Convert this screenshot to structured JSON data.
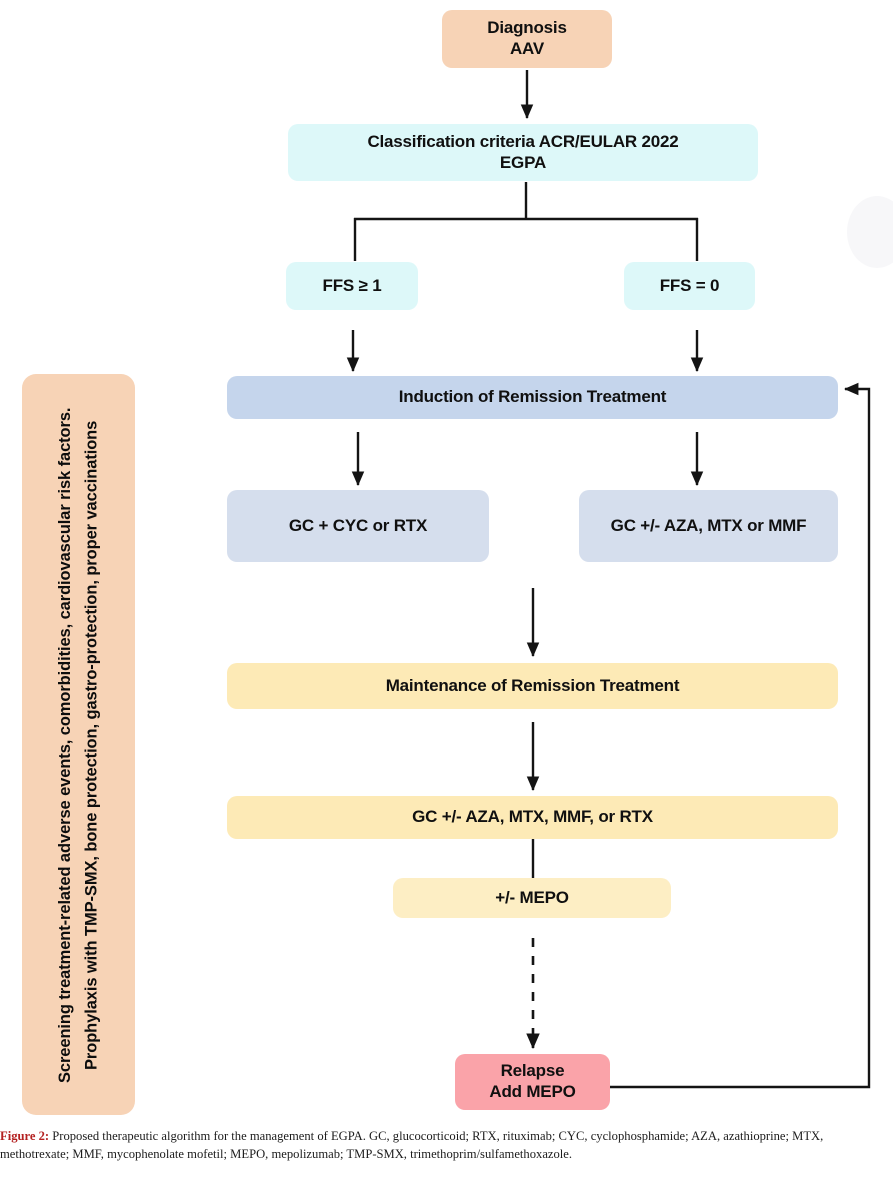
{
  "figure": {
    "caption_label": "Figure 2:",
    "caption_text": " Proposed therapeutic algorithm for the management of EGPA. GC, glucocorticoid; RTX, rituximab; CYC, cyclophosphamide; AZA, azathioprine; MTX, methotrexate; MMF, mycophenolate mofetil; MEPO, mepolizumab; TMP-SMX, trimethoprim/sulfamethoxazole."
  },
  "sidebar": {
    "note": "Screening treatment-related adverse events, comorbidities, cardiovascular risk factors. Prophylaxis with TMP-SMX, bone protection, gastro-protection, proper vaccinations"
  },
  "nodes": {
    "diagnosis": "Diagnosis\nAAV",
    "classification": "Classification criteria ACR/EULAR 2022\nEGPA",
    "ffs_high": "FFS ≥ 1",
    "ffs_zero": "FFS = 0",
    "induction": "Induction of Remission Treatment",
    "induction_left": "GC + CYC or RTX",
    "induction_right": "GC +/- AZA, MTX or MMF",
    "maintenance": "Maintenance of Remission Treatment",
    "maintenance_drugs": "GC +/- AZA, MTX, MMF, or RTX",
    "mepo": "+/- MEPO",
    "relapse": "Relapse\nAdd MEPO"
  },
  "colors": {
    "peach": "#f7d3b6",
    "cyan": "#ddf8f9",
    "blue": "#c5d5ec",
    "blue_alt": "#d5deed",
    "yellow": "#fdeab6",
    "yellow_light": "#fdeec4",
    "pink": "#faa3a9",
    "connector": "#141414",
    "caption_label": "#b42121"
  },
  "connectors": {
    "diagnosis_to_classification": "arrow-down",
    "classification_split": "t-branch",
    "ffs_high_to_induction": "arrow-down",
    "ffs_zero_to_induction": "arrow-down",
    "induction_to_left": "arrow-down",
    "induction_to_right": "arrow-down",
    "induction_left_to_maintenance": "arrow-down",
    "maintenance_to_drugs": "arrow-down",
    "drugs_to_mepo": "line",
    "mepo_to_relapse": "dashed-arrow-down",
    "relapse_to_induction": "feedback-arrow-left"
  }
}
